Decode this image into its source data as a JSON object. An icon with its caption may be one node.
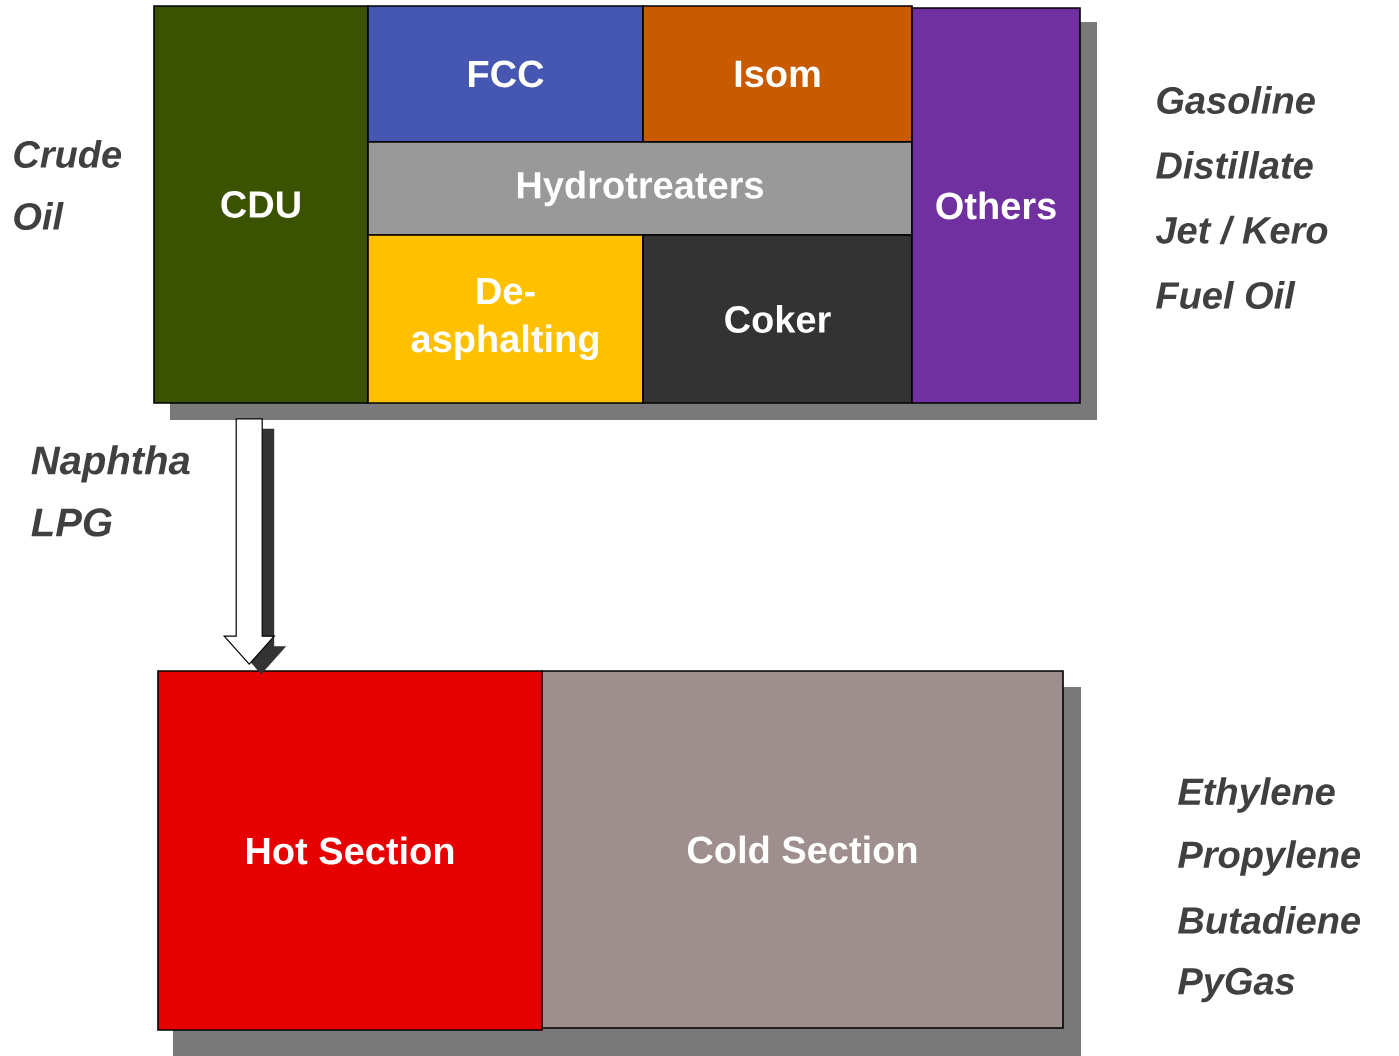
{
  "diagram": {
    "nodes": [
      {
        "text": [
          "CDU"
        ]
      },
      {
        "text": [
          "FCC"
        ]
      },
      {
        "text": [
          "Isom"
        ]
      },
      {
        "text": [
          "Hydrotreaters"
        ]
      },
      {
        "text": [
          "De- asphalting"
        ]
      },
      {
        "text": [
          "Coker"
        ]
      },
      {
        "text": [
          "Others"
        ]
      },
      {
        "text": [
          "Hot Section"
        ]
      },
      {
        "text": [
          "Cold Section"
        ]
      }
    ],
    "edges": [
      {
        "from": 0,
        "to": 7,
        "arrow": "to",
        "label": "Naphtha LPG"
      }
    ],
    "labels": [
      "Crude Oil",
      "Gasoline",
      "Distillate",
      "Jet / Kero",
      "Fuel Oil",
      "Ethylene",
      "Propylene",
      "Butadiene",
      "PyGas"
    ]
  }
}
